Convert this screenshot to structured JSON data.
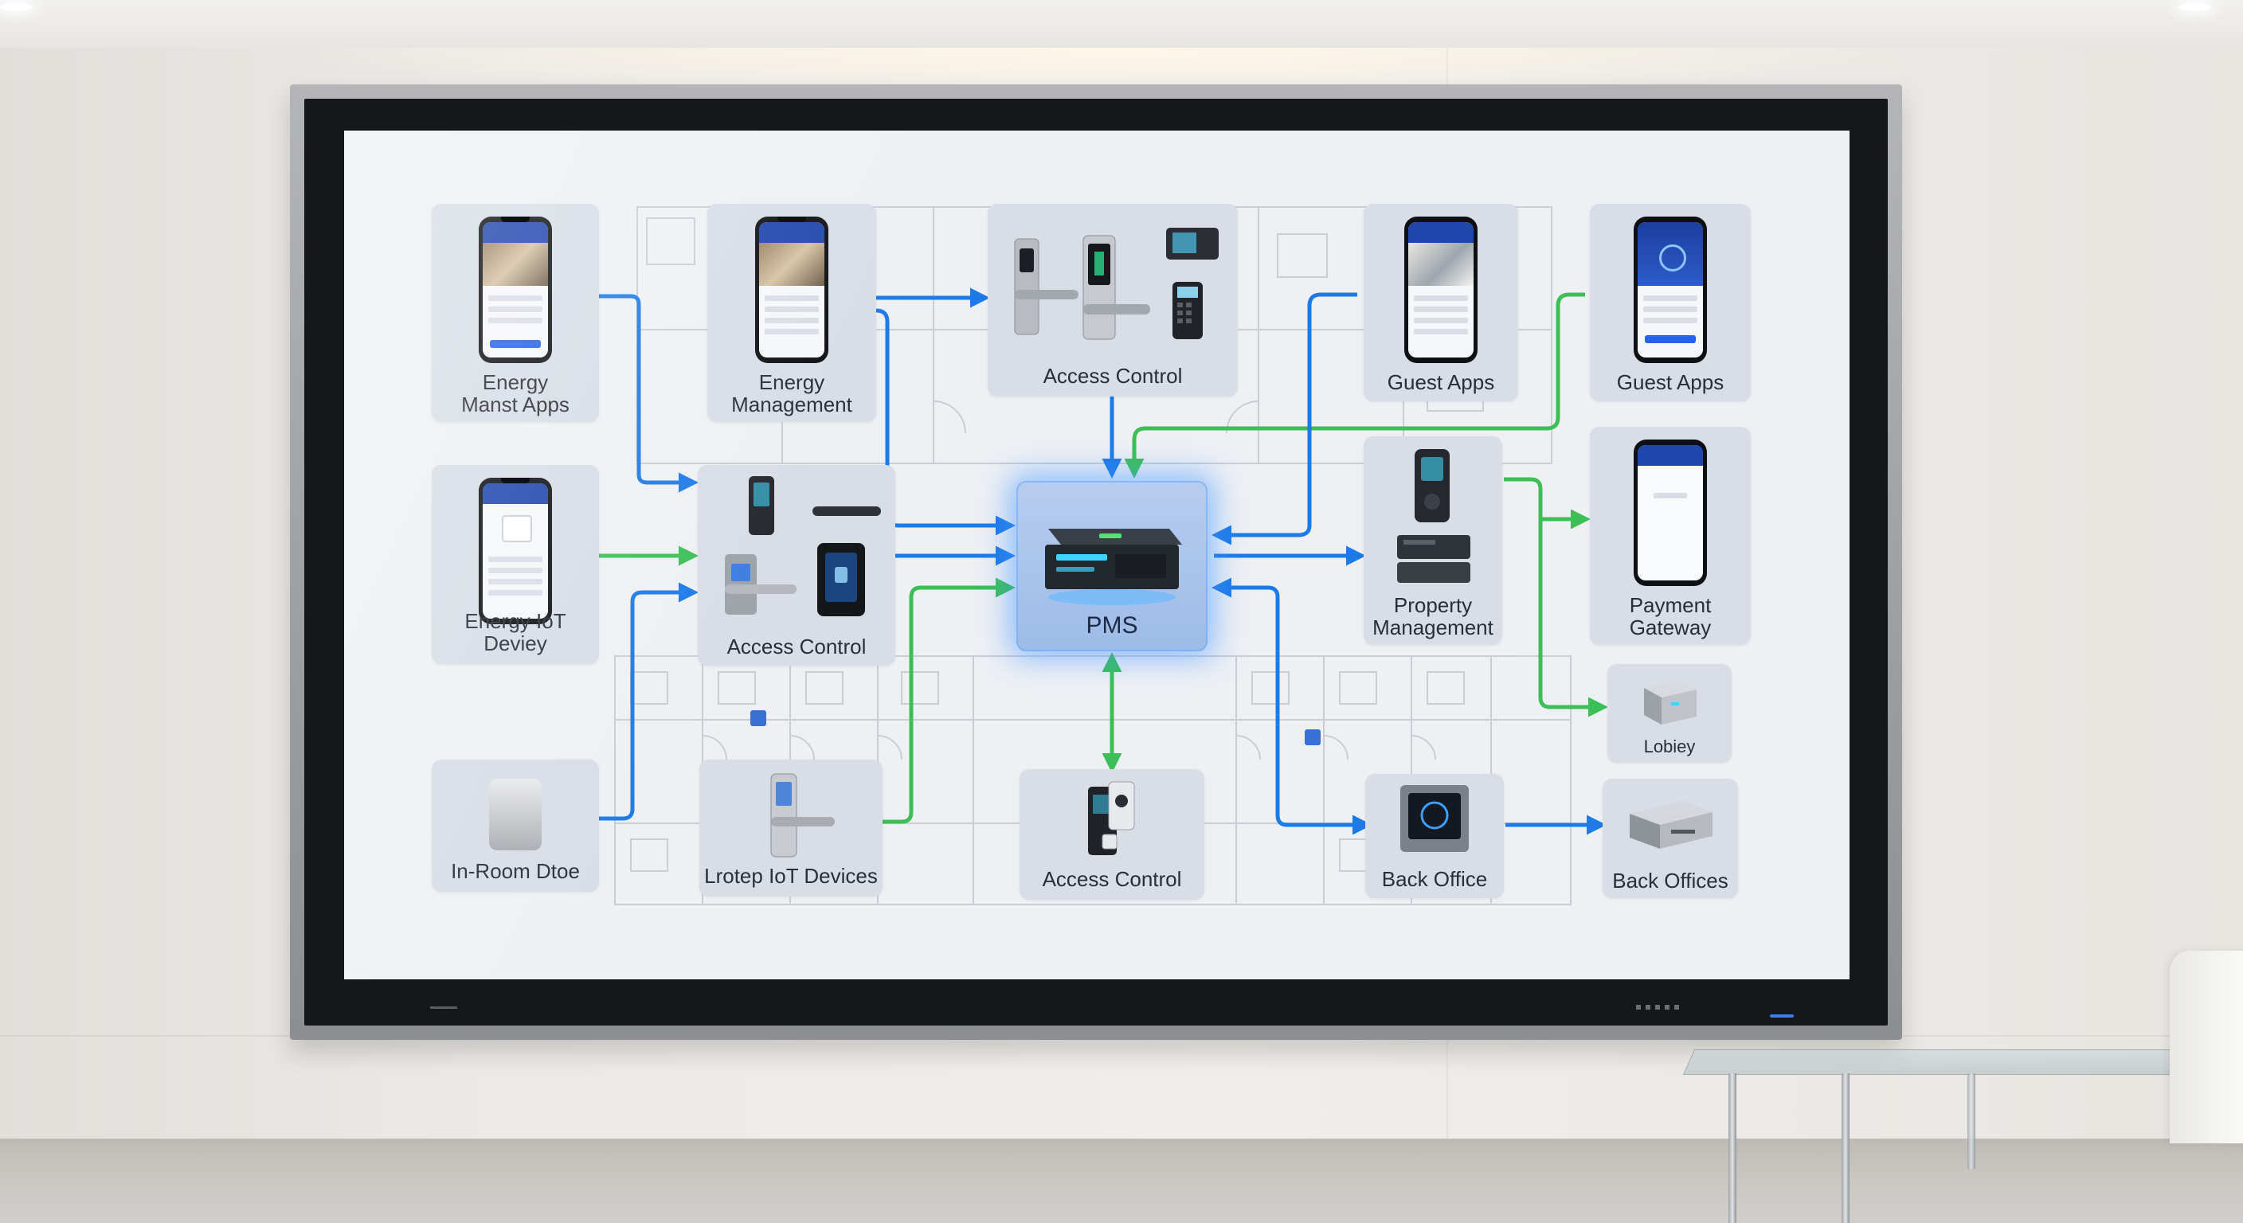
{
  "diagram": {
    "hub": {
      "label": "PMS"
    },
    "nodes": {
      "energy_mgmt_apps": {
        "label": "Energy\nManst Apps"
      },
      "energy_management": {
        "label": "Energy\nManagement"
      },
      "access_control_top": {
        "label": "Access Control"
      },
      "guest_apps_1": {
        "label": "Guest Apps"
      },
      "guest_apps_2": {
        "label": "Guest Apps"
      },
      "energy_iot": {
        "label": "Energy IoT Deviey"
      },
      "access_control_mid": {
        "label": "Access Control"
      },
      "property_management": {
        "label": "Property\nManagement"
      },
      "payment_gateway": {
        "label": "Payment\nGateway"
      },
      "lobby": {
        "label": "Lobiey"
      },
      "in_room": {
        "label": "In-Room Dtoe"
      },
      "lrotep_iot": {
        "label": "Lrotep IoT Devices"
      },
      "access_control_bottom": {
        "label": "Access Control"
      },
      "back_office": {
        "label": "Back Office"
      },
      "back_offices": {
        "label": "Back Offices"
      }
    },
    "connections": [
      {
        "from": "energy_mgmt_apps",
        "to": "access_control_mid",
        "color": "blue"
      },
      {
        "from": "energy_iot",
        "to": "access_control_mid",
        "color": "green"
      },
      {
        "from": "in_room",
        "to": "access_control_mid",
        "color": "blue"
      },
      {
        "from": "energy_management",
        "to": "access_control_top",
        "color": "blue"
      },
      {
        "from": "energy_management",
        "to": "PMS",
        "color": "blue"
      },
      {
        "from": "access_control_mid",
        "to": "PMS",
        "color": "blue"
      },
      {
        "from": "lrotep_iot",
        "to": "PMS",
        "color": "green"
      },
      {
        "from": "access_control_top",
        "to": "PMS",
        "color": "blue"
      },
      {
        "from": "guest_apps_2",
        "to": "PMS",
        "color": "green"
      },
      {
        "from": "guest_apps_1",
        "to": "PMS",
        "color": "blue"
      },
      {
        "from": "PMS",
        "to": "property_management",
        "color": "blue"
      },
      {
        "from": "PMS",
        "to": "access_control_bottom",
        "color": "green"
      },
      {
        "from": "PMS",
        "to": "back_office",
        "color": "blue"
      },
      {
        "from": "property_management",
        "to": "payment_gateway",
        "color": "green"
      },
      {
        "from": "property_management",
        "to": "lobby",
        "color": "green"
      },
      {
        "from": "back_office",
        "to": "back_offices",
        "color": "blue"
      }
    ],
    "colors": {
      "blue": "#1e7ae6",
      "green": "#3cbf57",
      "card": "#d8dde6",
      "screen": "#eef0f4"
    }
  }
}
